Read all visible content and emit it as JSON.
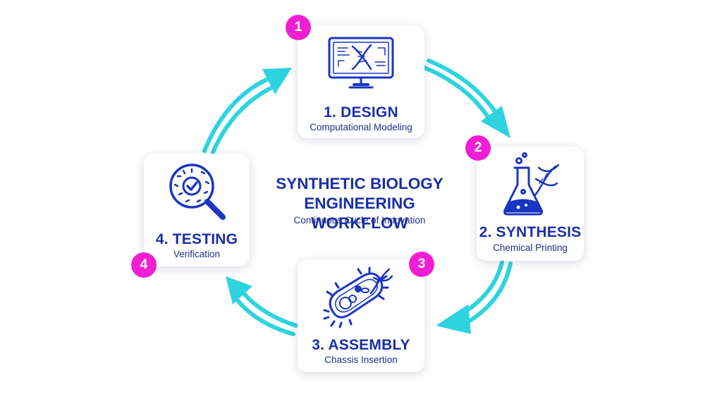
{
  "title": {
    "line1": "SYNTHETIC BIOLOGY",
    "line2": "ENGINEERING WORKFLOW",
    "subtitle": "Continuous Cycle of Innovation"
  },
  "steps": [
    {
      "badge": "1",
      "title": "1. DESIGN",
      "subtitle": "Computational Modeling",
      "icon": "computer-dna-icon"
    },
    {
      "badge": "2",
      "title": "2. SYNTHESIS",
      "subtitle": "Chemical Printing",
      "icon": "flask-dna-icon"
    },
    {
      "badge": "3",
      "title": "3. ASSEMBLY",
      "subtitle": "Chassis Insertion",
      "icon": "bacterium-dna-icon"
    },
    {
      "badge": "4",
      "title": "4. TESTING",
      "subtitle": "Verification",
      "icon": "magnifier-check-icon"
    }
  ],
  "colors": {
    "primary": "#1a2fa8",
    "accent_badge": "#f01fd3",
    "arrow": "#2ed3e0",
    "icon_stroke": "#1a35c0"
  }
}
